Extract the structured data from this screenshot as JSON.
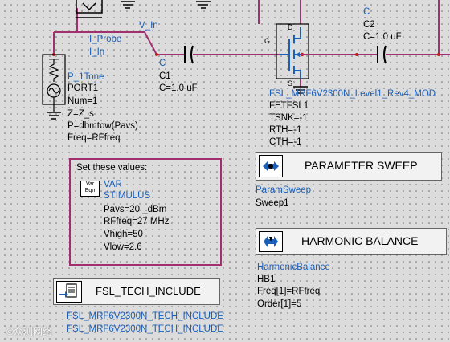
{
  "schematic": {
    "top_wire_label": "V_In",
    "probe": {
      "type": "I_Probe",
      "name": "I_In"
    },
    "port": {
      "type": "P_1Tone",
      "name": "PORT1",
      "num": "Num=1",
      "z": "Z=Z_s",
      "p": "P=dbmtow(Pavs)",
      "freq": "Freq=RFfreq"
    },
    "c1": {
      "symbol": "C",
      "name": "C1",
      "value": "C=1.0 uF"
    },
    "c2": {
      "symbol": "C",
      "name": "C2",
      "value": "C=1.0 uF"
    },
    "transistor": {
      "model": "FSL_MRF6V2300N_Level1_Rev4_MOD",
      "name": "FETFSL1",
      "tsnk": "TSNK=-1",
      "rth": "RTH=-1",
      "cth": "CTH=-1",
      "pin_g": "G",
      "pin_d": "D",
      "pin_s": "S"
    },
    "note": {
      "title": "Set these values:",
      "var_icon_line1": "Var",
      "var_icon_line2": "Eqn",
      "var_type": "VAR",
      "var_name": "STIMULUS",
      "pavs": "Pavs=20 _dBm",
      "rffreq": "RFfreq=27 MHz",
      "vhigh": "Vhigh=50",
      "vlow": "Vlow=2.6"
    },
    "param_sweep": {
      "button_label": "PARAMETER SWEEP",
      "type": "ParamSweep",
      "name": "Sweep1"
    },
    "harmonic_balance": {
      "button_label": "HARMONIC BALANCE",
      "type": "HarmonicBalance",
      "name": "HB1",
      "freq": "Freq[1]=RFfreq",
      "order": "Order[1]=5"
    },
    "tech_include": {
      "button_label": "FSL_TECH_INCLUDE",
      "name1": "FSL_MRF6V2300N_TECH_INCLUDE",
      "name2": "FSL_MRF6V2300N_TECH_INCLUDE"
    }
  },
  "watermark": "©众测网络",
  "colors": {
    "wire": "#a0306f",
    "component": "#1c5fb8",
    "label_blue": "#1c5fb8",
    "text": "#000000",
    "node": "#c31a1a",
    "background": "#dcdcdc"
  }
}
